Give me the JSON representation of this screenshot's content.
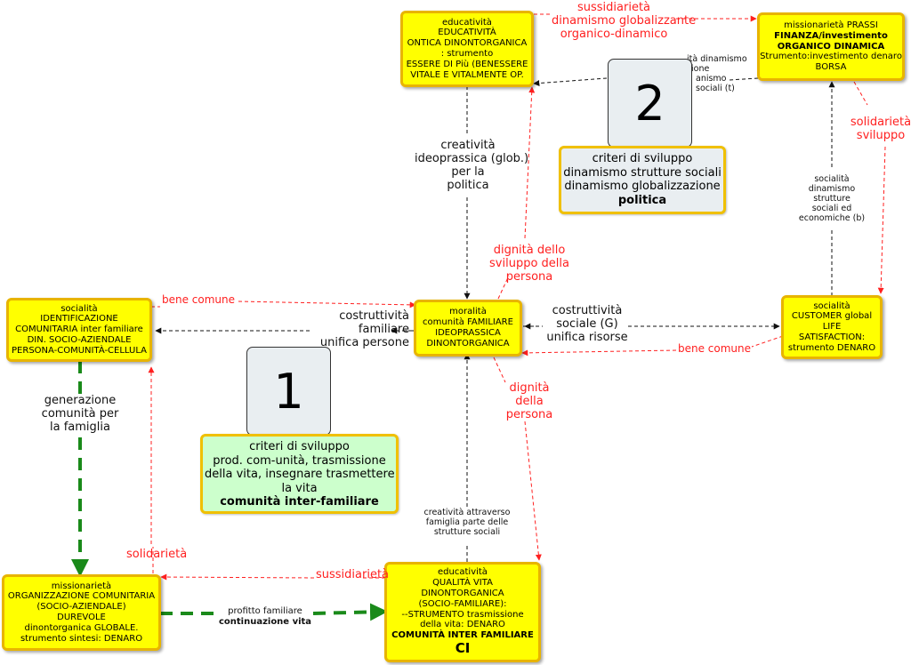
{
  "nodes": {
    "educ_top": {
      "lines": [
        "educatività",
        "EDUCATIVITÀ",
        "ONTICA DINONTORGANICA",
        ": strumento",
        "ESSERE DI Più (BENESSERE",
        "VITALE E VITALMENTE OP."
      ]
    },
    "miss_top": {
      "lines": [
        "missionarietà PRASSI"
      ],
      "bold_lines": [
        "FINANZA/investimento",
        "ORGANICO DINAMICA"
      ],
      "tail_lines": [
        "Strumento:investimento denaro",
        "BORSA"
      ]
    },
    "social_left": {
      "lines": [
        "socialità",
        "IDENTIFICAZIONE",
        "COMUNITARIA inter familiare",
        "DIN. SOCIO-AZIENDALE",
        "PERSONA-COMUNITÀ-CELLULA"
      ]
    },
    "morality": {
      "lines": [
        "moralità",
        "comunità FAMILIARE",
        "IDEOPRASSICA",
        "DINONTORGANICA"
      ]
    },
    "social_right": {
      "lines": [
        "socialità",
        "CUSTOMER  global",
        "LIFE",
        "SATISFACTION:",
        "strumento DENARO"
      ]
    },
    "miss_bottom": {
      "lines": [
        "missionarietà",
        "ORGANIZZAZIONE COMUNITARIA",
        "(SOCIO-AZIENDALE)",
        "DUREVOLE",
        "dinontorganica GLOBALE.",
        "strumento sintesi: DENARO"
      ]
    },
    "educ_bottom": {
      "lines": [
        "educatività",
        "QUALITÀ VITA",
        "DINONTORGANICA",
        "(SOCIO-FAMILIARE):",
        "--STRUMENTO trasmissione",
        "della vita: DENARO"
      ],
      "bold_line": "COMUNITÀ INTER FAMILIARE",
      "big_line": "CI"
    }
  },
  "labels": {
    "sussidiarieta_top": [
      "sussidiarietà",
      "dinamismo globalizzante",
      "organico-dinamico"
    ],
    "hidden_overlap": [
      "ità dinamismo",
      "zione",
      "anismo",
      "sociali (t)"
    ],
    "solidarieta_sviluppo": [
      "solidarietà",
      "sviluppo"
    ],
    "creativita_glob": [
      "creatività",
      "ideoprassica (glob.)",
      "per la",
      "politica"
    ],
    "dignita_sviluppo": [
      "dignità dello",
      "sviluppo della",
      "persona"
    ],
    "socialita_dinamismo": [
      "socialità",
      "dinamismo",
      "strutture",
      "sociali ed",
      "economiche (b)"
    ],
    "bene_comune_top": "bene comune",
    "costruttivita_familiare": [
      "costruttività",
      "familiare",
      "unifica persone"
    ],
    "costruttivita_sociale": [
      "costruttività",
      "sociale (G)",
      "unifica risorse"
    ],
    "bene_comune_right": "bene comune",
    "dignita_persona": [
      "dignità",
      "della",
      "persona"
    ],
    "generazione": [
      "generazione",
      "comunità per",
      "la famiglia"
    ],
    "creativita_famiglia": [
      "creatività attraverso",
      "famiglia parte delle",
      "strutture sociali"
    ],
    "solidarieta_left": "solidarietà",
    "sussidiarieta_bottom": "sussidiarietà",
    "profitto": "profitto familiare",
    "continuazione": "continuazione vita"
  },
  "tabs": {
    "one": "1",
    "two": "2"
  },
  "criteria": {
    "politica": {
      "lines": [
        "criteri di sviluppo",
        "dinamismo strutture sociali",
        "dinamismo globalizzazione"
      ],
      "bold": "politica",
      "bg": "#e9eef1"
    },
    "comunita": {
      "lines": [
        "criteri di sviluppo",
        "prod. com-unità, trasmissione",
        "della vita, insegnare trasmettere",
        "la vita"
      ],
      "bold": "comunità inter-familiare",
      "bg": "#ccffcc"
    }
  },
  "colors": {
    "node_fill": "#ffff00",
    "node_border": "#e8b400",
    "red_edge": "#ff2020",
    "black_edge": "#111111",
    "green_edge": "#1a8a1a"
  }
}
